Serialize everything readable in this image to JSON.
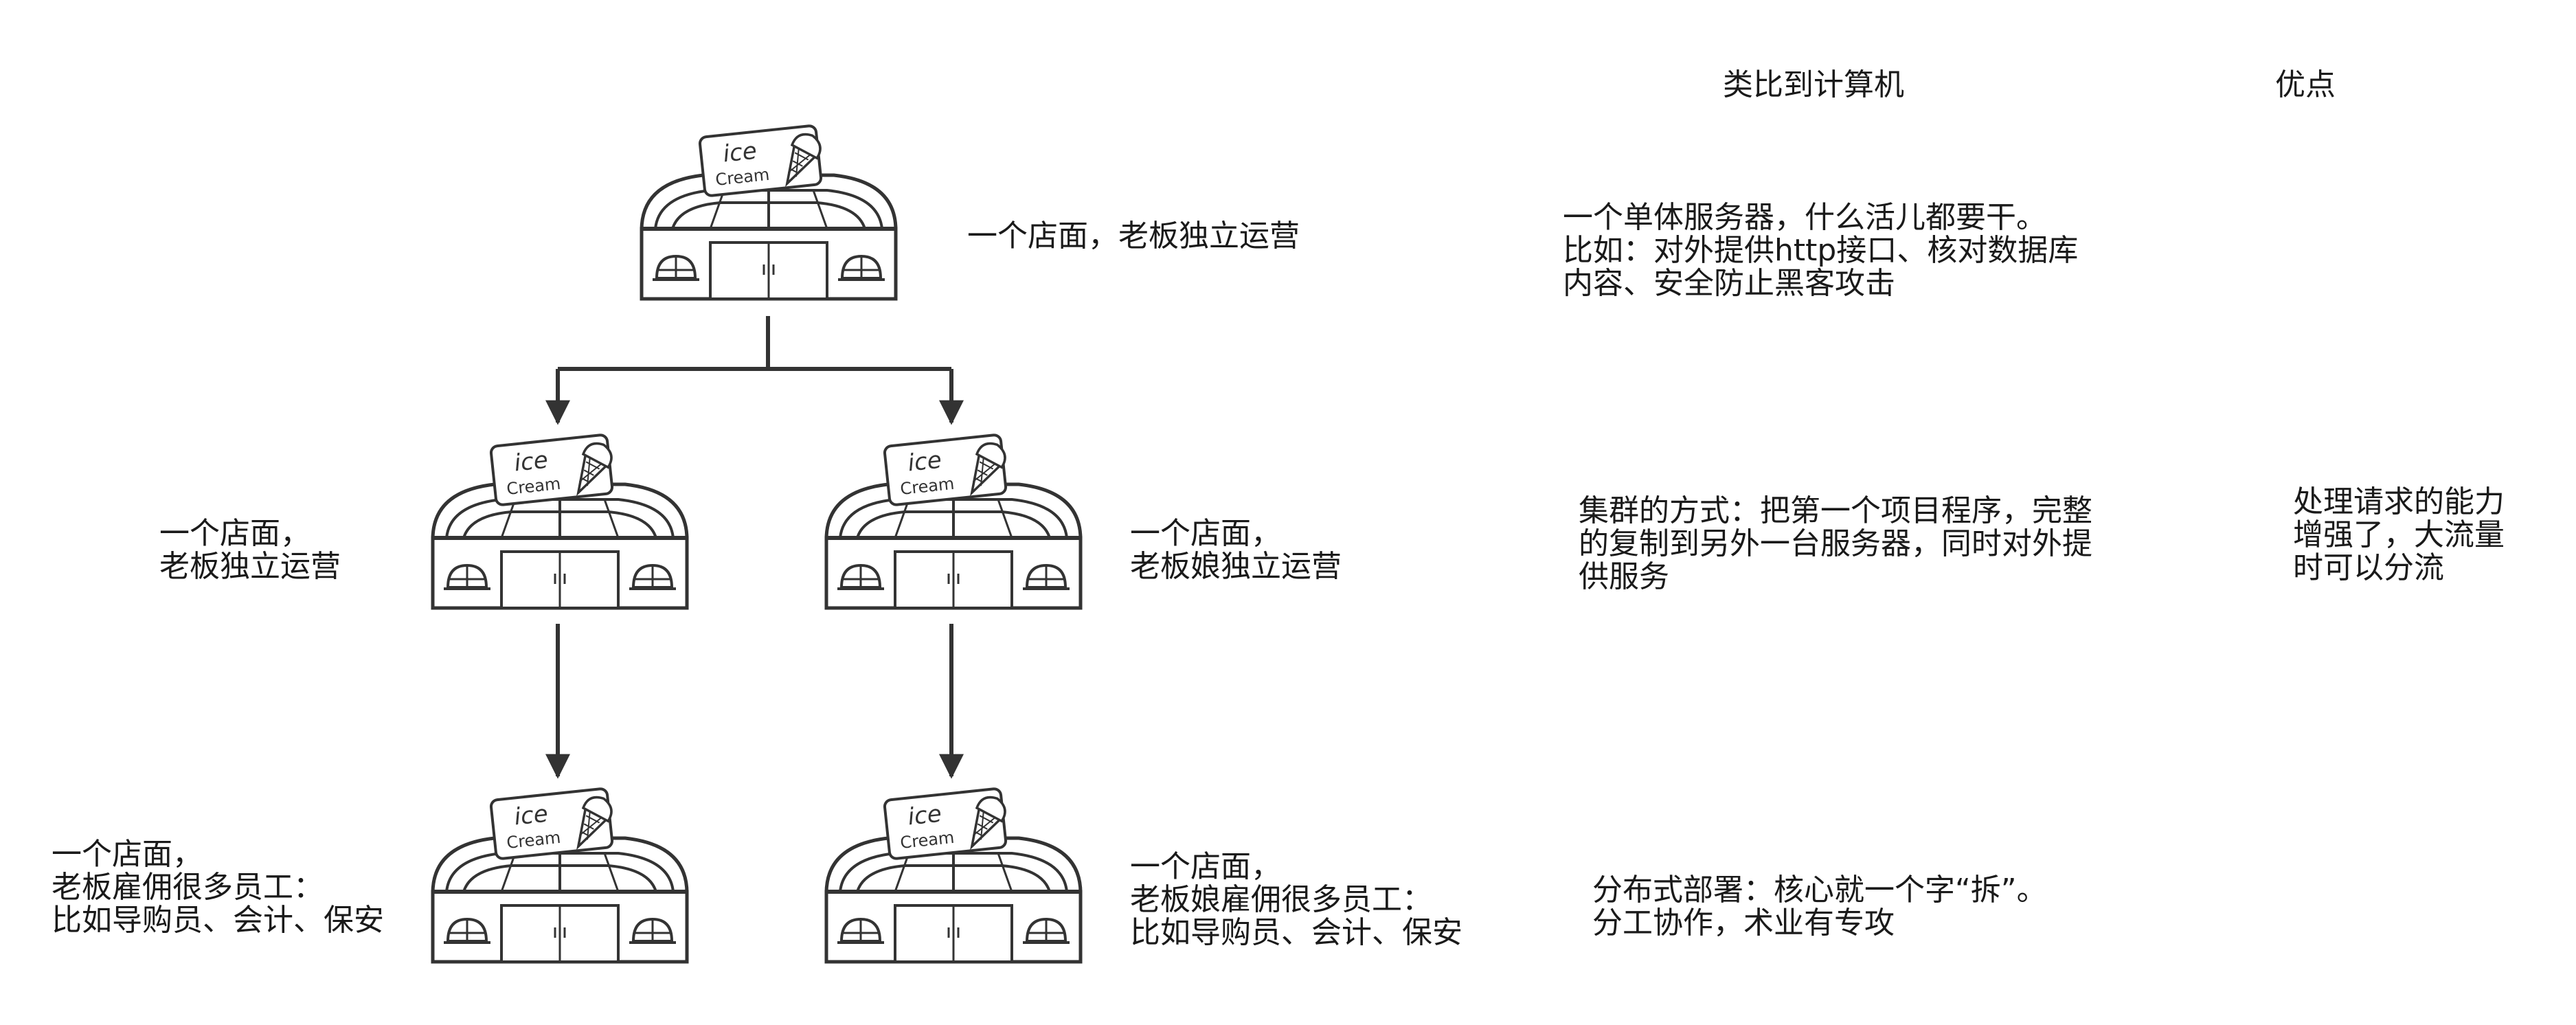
{
  "headers": {
    "computer": "类比到计算机",
    "advantage": "优点"
  },
  "shops": {
    "sign_top": "ice",
    "sign_bottom": "Cream"
  },
  "labels": {
    "top_store": "一个店面，老板独立运营",
    "mid_left": "一个店面，\n老板独立运营",
    "mid_right": "一个店面，\n老板娘独立运营",
    "bot_left": "一个店面，\n老板雇佣很多员工：\n比如导购员、会计、保安",
    "bot_right": "一个店面，\n老板娘雇佣很多员工：\n比如导购员、会计、保安"
  },
  "computer_notes": {
    "single": "一个单体服务器，什么活儿都要干。\n比如：对外提供http接口、核对数据库\n内容、安全防止黑客攻击",
    "cluster": "集群的方式：把第一个项目程序，完整\n的复制到另外一台服务器，同时对外提\n供服务",
    "distributed": "分布式部署：核心就一个字“拆”。\n分工协作，术业有专攻"
  },
  "advantages": {
    "cluster": "处理请求的能力\n增强了，大流量\n时可以分流"
  },
  "colors": {
    "line": "#333333",
    "text": "#1a1a1a"
  },
  "icons": [
    "ice-cream-shop-icon",
    "ice-cream-cone-icon",
    "arrow-icon"
  ]
}
